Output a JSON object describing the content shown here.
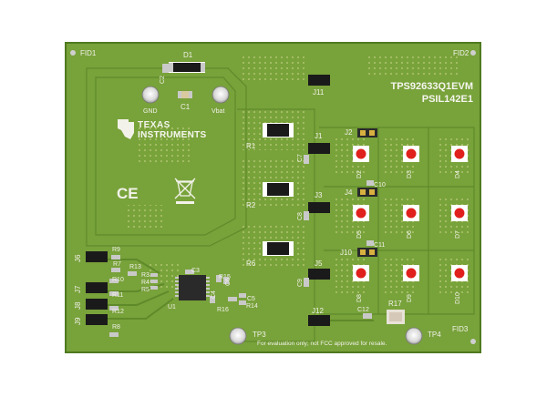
{
  "board": {
    "title": "TPS92633Q1EVM",
    "part_number": "PSIL142E1",
    "disclaimer": "For evaluation only; not FCC approved for resale.",
    "brand_line1": "Texas",
    "brand_line2": "Instruments",
    "ce_mark": "CE",
    "colors": {
      "background": "#ffffff",
      "pcb": "#78a23a",
      "pcb_dark": "#5f8a2a",
      "silkscreen": "#f2f2ea",
      "led": "#e0201c",
      "component_body": "#1a1a1a",
      "pad": "#c9c9c9"
    }
  },
  "fiducials": {
    "fid1": "FID1",
    "fid2": "FID2",
    "fid3": "FID3"
  },
  "test_points": {
    "gnd": "GND",
    "vbat": "Vbat",
    "tp3": "TP3",
    "tp4": "TP4"
  },
  "labels": {
    "d1": "D1",
    "c1": "C1",
    "c2": "C2",
    "r1": "R1",
    "r2": "R2",
    "r6": "R6",
    "c3": "C3",
    "c4": "C4",
    "c5": "C5",
    "c6": "C6",
    "c7": "C7",
    "c8": "C8",
    "c9": "C9",
    "c10": "C10",
    "c11": "C11",
    "c12": "C12",
    "r3": "R3",
    "r4": "R4",
    "r5": "R5",
    "r7": "R7",
    "r8": "R8",
    "r9": "R9",
    "r10": "R10",
    "r11": "R11",
    "r12": "R12",
    "r13": "R13",
    "r14": "R14",
    "r15": "R15",
    "r16": "R16",
    "r17": "R17",
    "u1": "U1",
    "j1": "J1",
    "j2": "J2",
    "j3": "J3",
    "j4": "J4",
    "j5": "J5",
    "j6": "J6",
    "j7": "J7",
    "j8": "J8",
    "j9": "J9",
    "j10": "J10",
    "j11": "J11",
    "j12": "J12",
    "d2": "D2",
    "d3": "D3",
    "d4": "D4",
    "d5": "D5",
    "d6": "D6",
    "d7": "D7",
    "d8": "D8",
    "d9": "D9",
    "d10": "D10"
  }
}
